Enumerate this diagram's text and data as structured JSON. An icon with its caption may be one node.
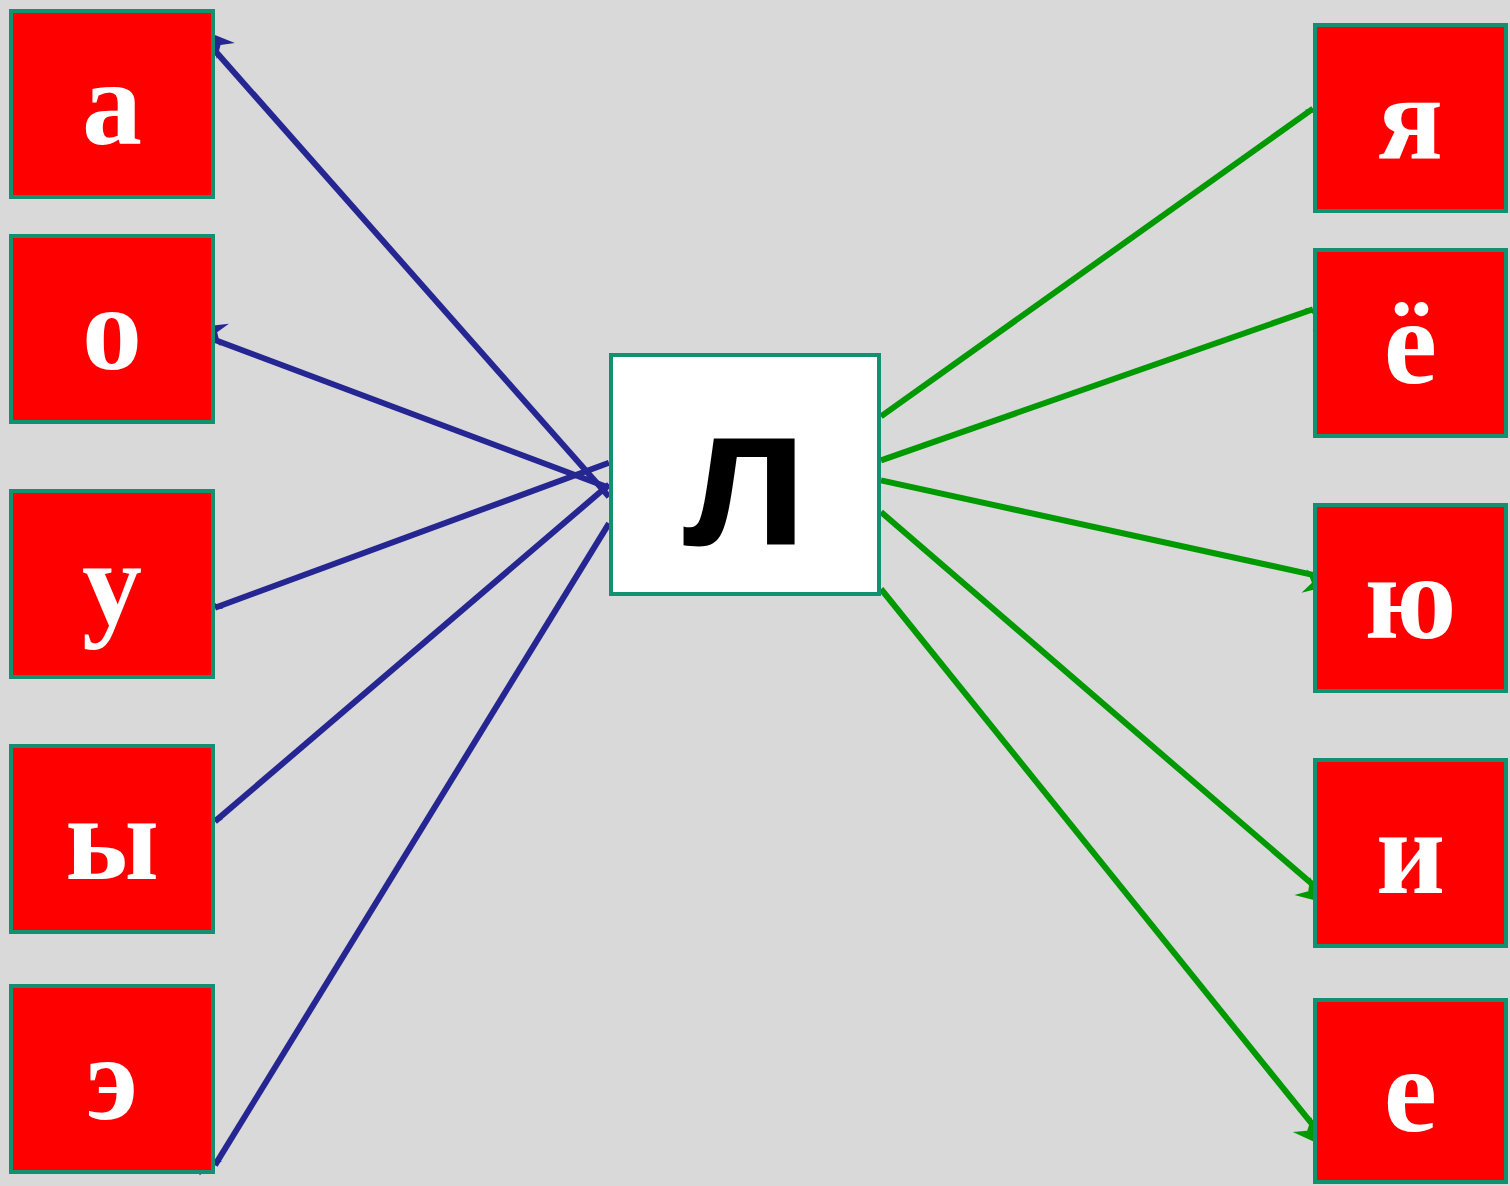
{
  "diagram": {
    "nodes": [
      {
        "text": [
          "л"
        ]
      },
      {
        "text": [
          "а"
        ]
      },
      {
        "text": [
          "о"
        ]
      },
      {
        "text": [
          "у"
        ]
      },
      {
        "text": [
          "ы"
        ]
      },
      {
        "text": [
          "э"
        ]
      },
      {
        "text": [
          "я"
        ]
      },
      {
        "text": [
          "ё"
        ]
      },
      {
        "text": [
          "ю"
        ]
      },
      {
        "text": [
          "и"
        ]
      },
      {
        "text": [
          "е"
        ]
      }
    ],
    "edges": [
      {
        "from": 0,
        "to": 1,
        "arrow": "to",
        "color": "#262693"
      },
      {
        "from": 0,
        "to": 2,
        "arrow": "to",
        "color": "#262693"
      },
      {
        "from": 0,
        "to": 3,
        "arrow": "to",
        "color": "#262693"
      },
      {
        "from": 0,
        "to": 4,
        "arrow": "to",
        "color": "#262693"
      },
      {
        "from": 0,
        "to": 5,
        "arrow": "to",
        "color": "#262693"
      },
      {
        "from": 0,
        "to": 6,
        "arrow": "to",
        "color": "#009900"
      },
      {
        "from": 0,
        "to": 7,
        "arrow": "to",
        "color": "#009900"
      },
      {
        "from": 0,
        "to": 8,
        "arrow": "to",
        "color": "#009900"
      },
      {
        "from": 0,
        "to": 9,
        "arrow": "to",
        "color": "#009900"
      },
      {
        "from": 0,
        "to": 10,
        "arrow": "to",
        "color": "#009900"
      }
    ]
  }
}
